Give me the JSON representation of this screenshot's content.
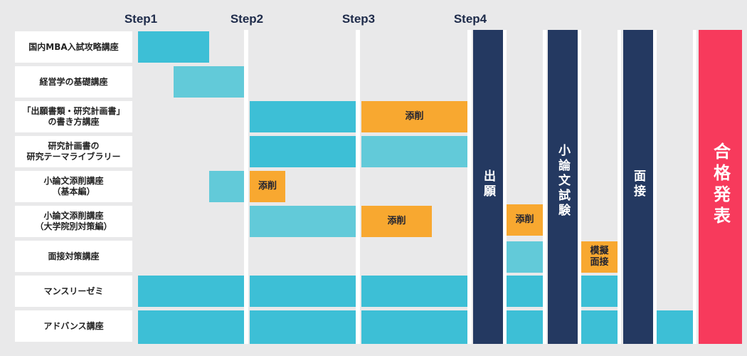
{
  "steps": [
    "Step1",
    "Step2",
    "Step3",
    "Step4"
  ],
  "rows": [
    {
      "label": "国内MBA入試攻略講座"
    },
    {
      "label": "経営学の基礎講座"
    },
    {
      "label": "「出願書類・研究計画書」\nの書き方講座"
    },
    {
      "label": "研究計画書の\n研究テーマライブラリー"
    },
    {
      "label": "小論文添削講座\n（基本編）"
    },
    {
      "label": "小論文添削講座\n（大学院別対策編）"
    },
    {
      "label": "面接対策講座"
    },
    {
      "label": "マンスリーゼミ"
    },
    {
      "label": "アドバンス講座"
    }
  ],
  "tags": {
    "edit": "添削",
    "mock_interview": "模擬\n面接"
  },
  "milestones": {
    "application": "出願",
    "essay_exam": "小論文試験",
    "interview": "面接",
    "pass": "合格発表"
  },
  "colors": {
    "bar_dark": "#3dbfd6",
    "bar_light": "#62cad9",
    "tag": "#f8a830",
    "milestone": "#243961",
    "pass": "#f73a5c",
    "step_text": "#1e2b4a"
  }
}
